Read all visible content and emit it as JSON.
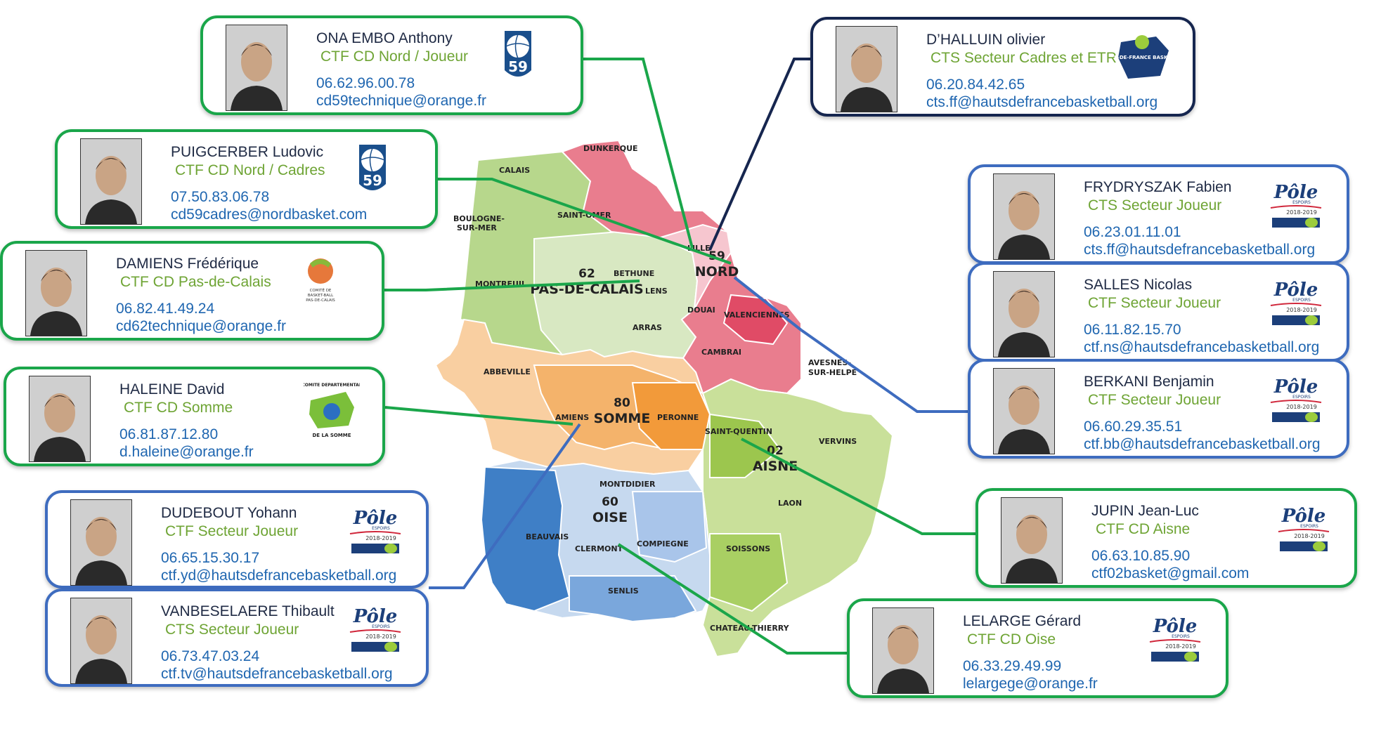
{
  "map": {
    "departments": [
      {
        "code": "59",
        "name": "NORD"
      },
      {
        "code": "62",
        "name": "PAS-DE-CALAIS"
      },
      {
        "code": "80",
        "name": "SOMME"
      },
      {
        "code": "02",
        "name": "AISNE"
      },
      {
        "code": "60",
        "name": "OISE"
      }
    ],
    "cities": [
      "DUNKERQUE",
      "CALAIS",
      "BOULOGNE-",
      "SUR-MER",
      "SAINT-OMER",
      "LILLE",
      "BETHUNE",
      "LENS",
      "MONTREUIL",
      "DOUAI",
      "VALENCIENNES",
      "ARRAS",
      "CAMBRAI",
      "AVESNES-",
      "SUR-HELPE",
      "ABBEVILLE",
      "AMIENS",
      "PERONNE",
      "SAINT-QUENTIN",
      "VERVINS",
      "MONTDIDIER",
      "LAON",
      "BEAUVAIS",
      "CLERMONT",
      "COMPIEGNE",
      "SOISSONS",
      "SENLIS",
      "CHATEAU-THIERRY"
    ],
    "colors": {
      "nord": "#e97d8e",
      "pas_de_calais": "#b7d78c",
      "somme": "#f4b36b",
      "aisne": "#b6d57a",
      "oise": "#6c9fd8"
    }
  },
  "logos": {
    "cd59": "59",
    "league": "HAUTS-DE-FRANCE BASKETBALL",
    "pole_title": "Pôle",
    "pole_sub": "ESPOIRS",
    "pole_years": "2018-2019",
    "cd62_line1": "COMITÉ DE",
    "cd62_line2": "BASKET-BALL",
    "cd62_line3": "PAS-DE-CALAIS",
    "cd80_top": "COMITE DEPARTEMENTAL",
    "cd80_bottom": "DE LA SOMME"
  },
  "contacts": [
    {
      "id": "ona",
      "name": "ONA EMBO Anthony",
      "role": "CTF CD Nord / Joueur",
      "phone": "06.62.96.00.78",
      "email": "cd59technique@orange.fr",
      "logo": "cd59"
    },
    {
      "id": "dhalluin",
      "name": "D’HALLUIN olivier",
      "role": "CTS Secteur Cadres et ETR",
      "phone": "06.20.84.42.65",
      "email": "cts.ff@hautsdefrancebasketball.org",
      "logo": "league"
    },
    {
      "id": "puig",
      "name": "PUIGCERBER Ludovic",
      "role": "CTF CD Nord / Cadres",
      "phone": "07.50.83.06.78",
      "email": "cd59cadres@nordbasket.com",
      "logo": "cd59"
    },
    {
      "id": "fryd",
      "name": "FRYDRYSZAK Fabien",
      "role": "CTS Secteur Joueur",
      "phone": "06.23.01.11.01",
      "email": "cts.ff@hautsdefrancebasketball.org",
      "logo": "pole"
    },
    {
      "id": "damiens",
      "name": "DAMIENS Frédérique",
      "role": "CTF CD Pas-de-Calais",
      "phone": "06.82.41.49.24",
      "email": "cd62technique@orange.fr",
      "logo": "cd62"
    },
    {
      "id": "salles",
      "name": "SALLES Nicolas",
      "role": "CTF Secteur Joueur",
      "phone": "06.11.82.15.70",
      "email": "ctf.ns@hautsdefrancebasketball.org",
      "logo": "pole"
    },
    {
      "id": "haleine",
      "name": "HALEINE David",
      "role": "CTF CD Somme",
      "phone": "06.81.87.12.80",
      "email": "d.haleine@orange.fr",
      "logo": "cd80"
    },
    {
      "id": "berkani",
      "name": "BERKANI Benjamin",
      "role": "CTF Secteur Joueur",
      "phone": "06.60.29.35.51",
      "email": "ctf.bb@hautsdefrancebasketball.org",
      "logo": "pole"
    },
    {
      "id": "dudebout",
      "name": "DUDEBOUT Yohann",
      "role": "CTF Secteur Joueur",
      "phone": "06.65.15.30.17",
      "email": "ctf.yd@hautsdefrancebasketball.org",
      "logo": "pole"
    },
    {
      "id": "jupin",
      "name": "JUPIN Jean-Luc",
      "role": "CTF CD Aisne",
      "phone": "06.63.10.85.90",
      "email": "ctf02basket@gmail.com",
      "logo": "pole"
    },
    {
      "id": "vanbes",
      "name": "VANBESELAERE Thibault",
      "role": "CTS Secteur Joueur",
      "phone": "06.73.47.03.24",
      "email": "ctf.tv@hautsdefrancebasketball.org",
      "logo": "pole"
    },
    {
      "id": "lelarge",
      "name": "LELARGE Gérard",
      "role": "CTF CD Oise",
      "phone": "06.33.29.49.99",
      "email": "lelargege@orange.fr",
      "logo": "pole"
    }
  ]
}
